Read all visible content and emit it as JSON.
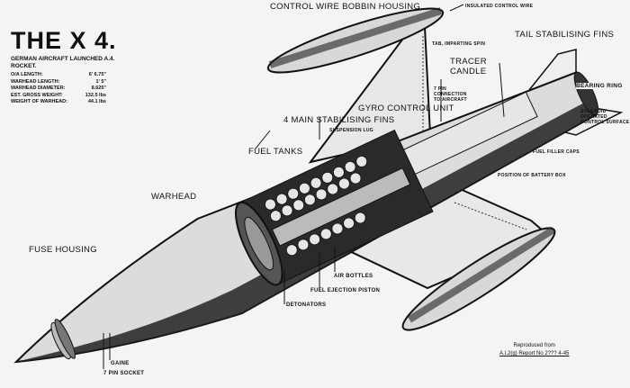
{
  "title": "THE X 4.",
  "subtitle": "GERMAN AIRCRAFT LAUNCHED A.4. ROCKET.",
  "specs": [
    {
      "label": "O/A LENGTH:",
      "value": "6' 6.75\""
    },
    {
      "label": "WARHEAD LENGTH:",
      "value": "1' 5\""
    },
    {
      "label": "WARHEAD DIAMETER:",
      "value": "8.625\""
    },
    {
      "label": "EST. GROSS WEIGHT:",
      "value": "132.5 lbs"
    },
    {
      "label": "WEIGHT OF WARHEAD:",
      "value": "44.1 lbs"
    }
  ],
  "labels": {
    "bobbin": "CONTROL WIRE BOBBIN HOUSING",
    "wires": "INSULATED CONTROL WIRE",
    "tab": "TAB, IMPARTING SPIN",
    "tail_fins": "TAIL STABILISING FINS",
    "tracer": "TRACER CANDLE",
    "pin_conn": "7 PIN CONNECTION TO AIRCRAFT",
    "gyro": "GYRO CONTROL UNIT",
    "main_fins": "4 MAIN STABILISING FINS",
    "lug": "SUSPENSION LUG",
    "fuel_tanks": "FUEL TANKS",
    "bearing": "BEARING RING",
    "solenoid": "SOLENOID OPERATED CONTROL SURFACE",
    "filler": "FUEL FILLER CAPS",
    "battery": "POSITION OF BATTERY BOX",
    "warhead": "WARHEAD",
    "fuse_housing": "FUSE HOUSING",
    "air_bottles": "AIR BOTTLES",
    "piston": "FUEL EJECTION PISTON",
    "detonators": "DETONATORS",
    "gaine": "GAINE",
    "pin_socket": "7 PIN SOCKET"
  },
  "credit": {
    "line1": "Reproduced from",
    "line2": "A.I.2(g) Report No 2??? 4-45"
  }
}
